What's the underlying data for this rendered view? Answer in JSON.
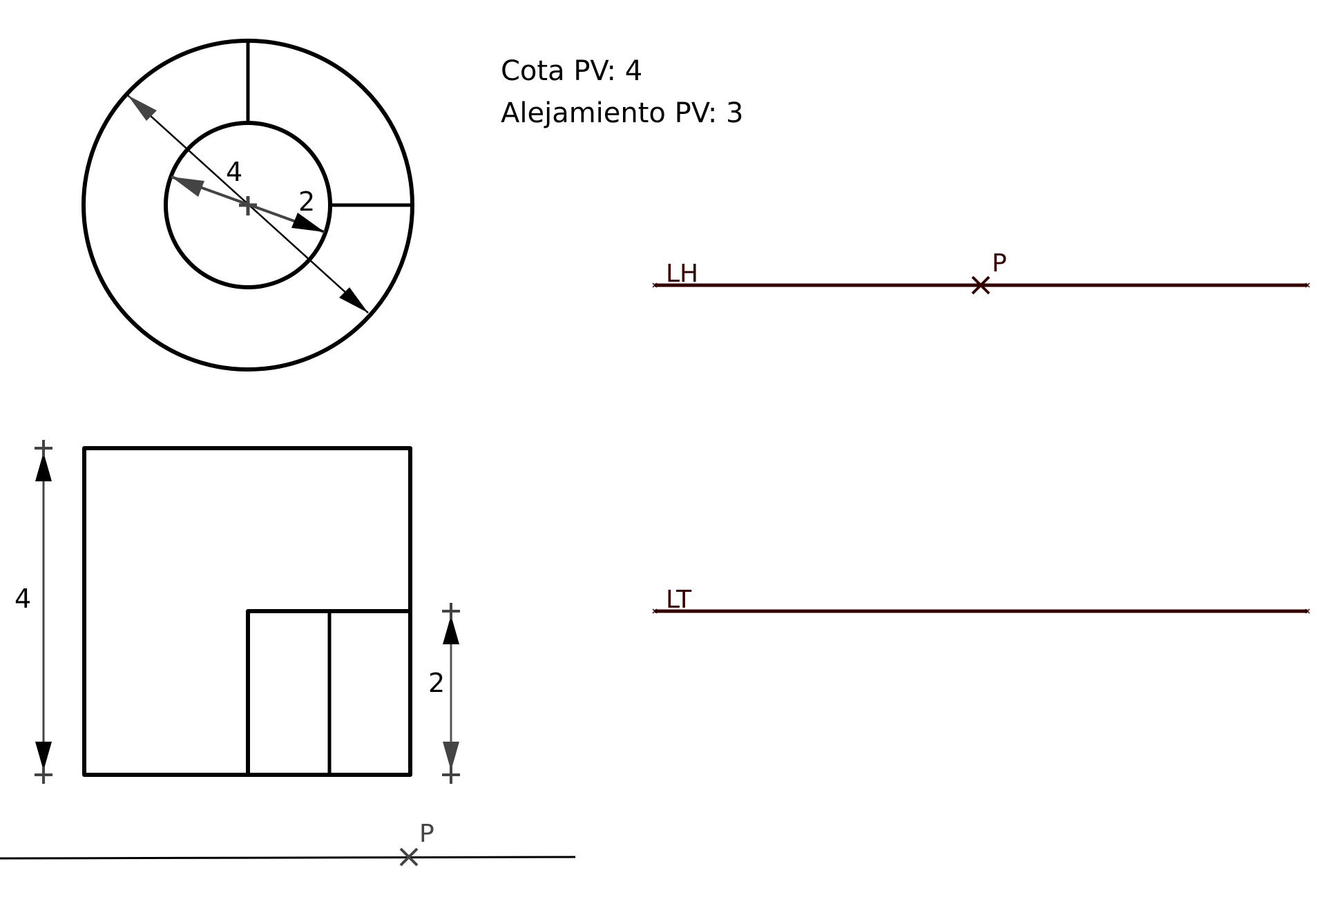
{
  "info": {
    "cota_label": "Cota PV: 4",
    "alejamiento_label": "Alejamiento PV: 3"
  },
  "top_view": {
    "outer_diameter_label": "4",
    "inner_radius_label": "2"
  },
  "front_view": {
    "height_total_label": "4",
    "height_inner_label": "2"
  },
  "ground_line": {
    "point_label": "P"
  },
  "projection": {
    "lh_label": "LH",
    "lt_label": "LT",
    "point_label": "P"
  },
  "colors": {
    "geometry": "#000000",
    "dimension": "#444444",
    "projection_lines": "#330000"
  }
}
